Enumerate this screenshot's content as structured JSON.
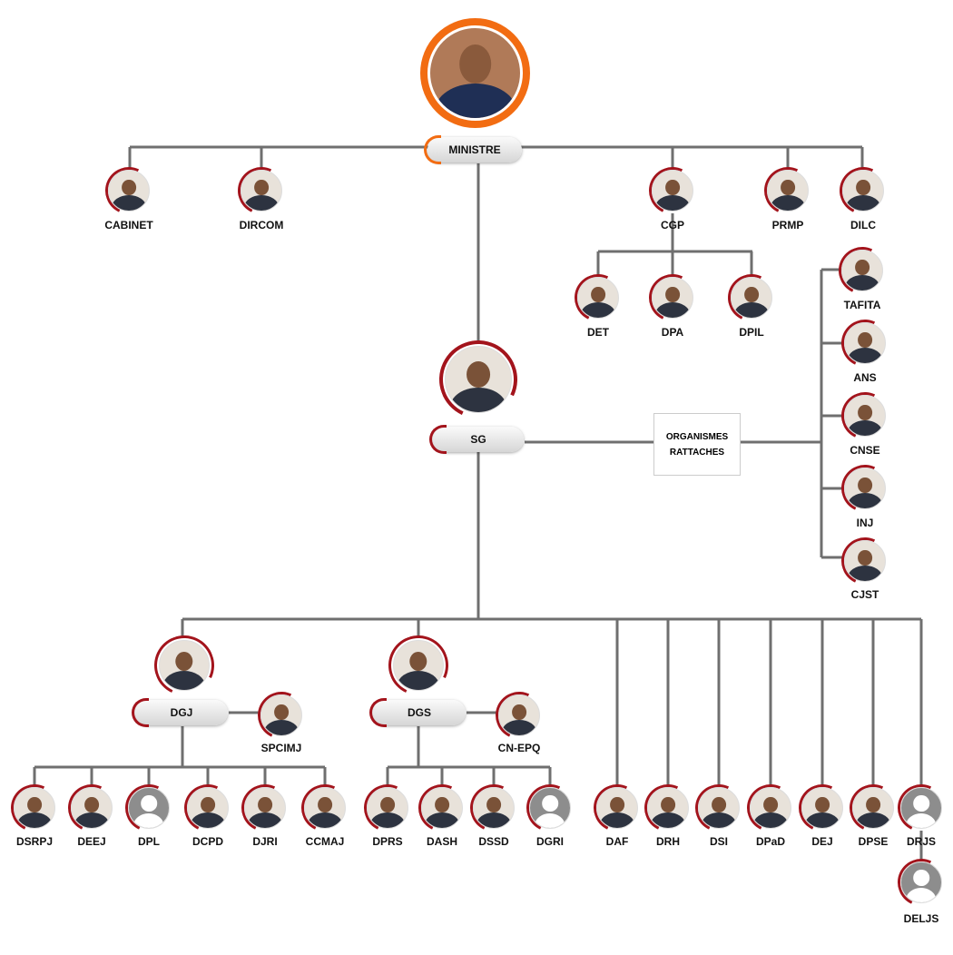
{
  "colors": {
    "accent": "#a3141c",
    "minister_accent": "#f26c12",
    "line": "#6f6f6f"
  },
  "minister": {
    "label": "MINISTRE"
  },
  "sg": {
    "label": "SG"
  },
  "organismes": {
    "line1": "ORGANISMES",
    "line2": "RATTACHES"
  },
  "dgj": {
    "label": "DGJ"
  },
  "dgs": {
    "label": "DGS"
  },
  "nodes": [
    {
      "label": "CABINET",
      "photo": true
    },
    {
      "label": "DIRCOM",
      "photo": true
    },
    {
      "label": "CGP",
      "photo": true
    },
    {
      "label": "PRMP",
      "photo": true
    },
    {
      "label": "DILC",
      "photo": true
    },
    {
      "label": "DET",
      "photo": true
    },
    {
      "label": "DPA",
      "photo": true
    },
    {
      "label": "DPIL",
      "photo": true
    },
    {
      "label": "TAFITA",
      "photo": true
    },
    {
      "label": "ANS",
      "photo": true
    },
    {
      "label": "CNSE",
      "photo": true
    },
    {
      "label": "INJ",
      "photo": true
    },
    {
      "label": "CJST",
      "photo": true
    },
    {
      "label": "SPCIMJ",
      "photo": true
    },
    {
      "label": "CN-EPQ",
      "photo": true
    },
    {
      "label": "DSRPJ",
      "photo": true
    },
    {
      "label": "DEEJ",
      "photo": true
    },
    {
      "label": "DPL",
      "photo": false
    },
    {
      "label": "DCPD",
      "photo": true
    },
    {
      "label": "DJRI",
      "photo": true
    },
    {
      "label": "CCMAJ",
      "photo": true
    },
    {
      "label": "DPRS",
      "photo": true
    },
    {
      "label": "DASH",
      "photo": true
    },
    {
      "label": "DSSD",
      "photo": true
    },
    {
      "label": "DGRI",
      "photo": false
    },
    {
      "label": "DAF",
      "photo": true
    },
    {
      "label": "DRH",
      "photo": true
    },
    {
      "label": "DSI",
      "photo": true
    },
    {
      "label": "DPaD",
      "photo": true
    },
    {
      "label": "DEJ",
      "photo": true
    },
    {
      "label": "DPSE",
      "photo": true
    },
    {
      "label": "DRJS",
      "photo": false
    },
    {
      "label": "DELJS",
      "photo": false
    }
  ]
}
